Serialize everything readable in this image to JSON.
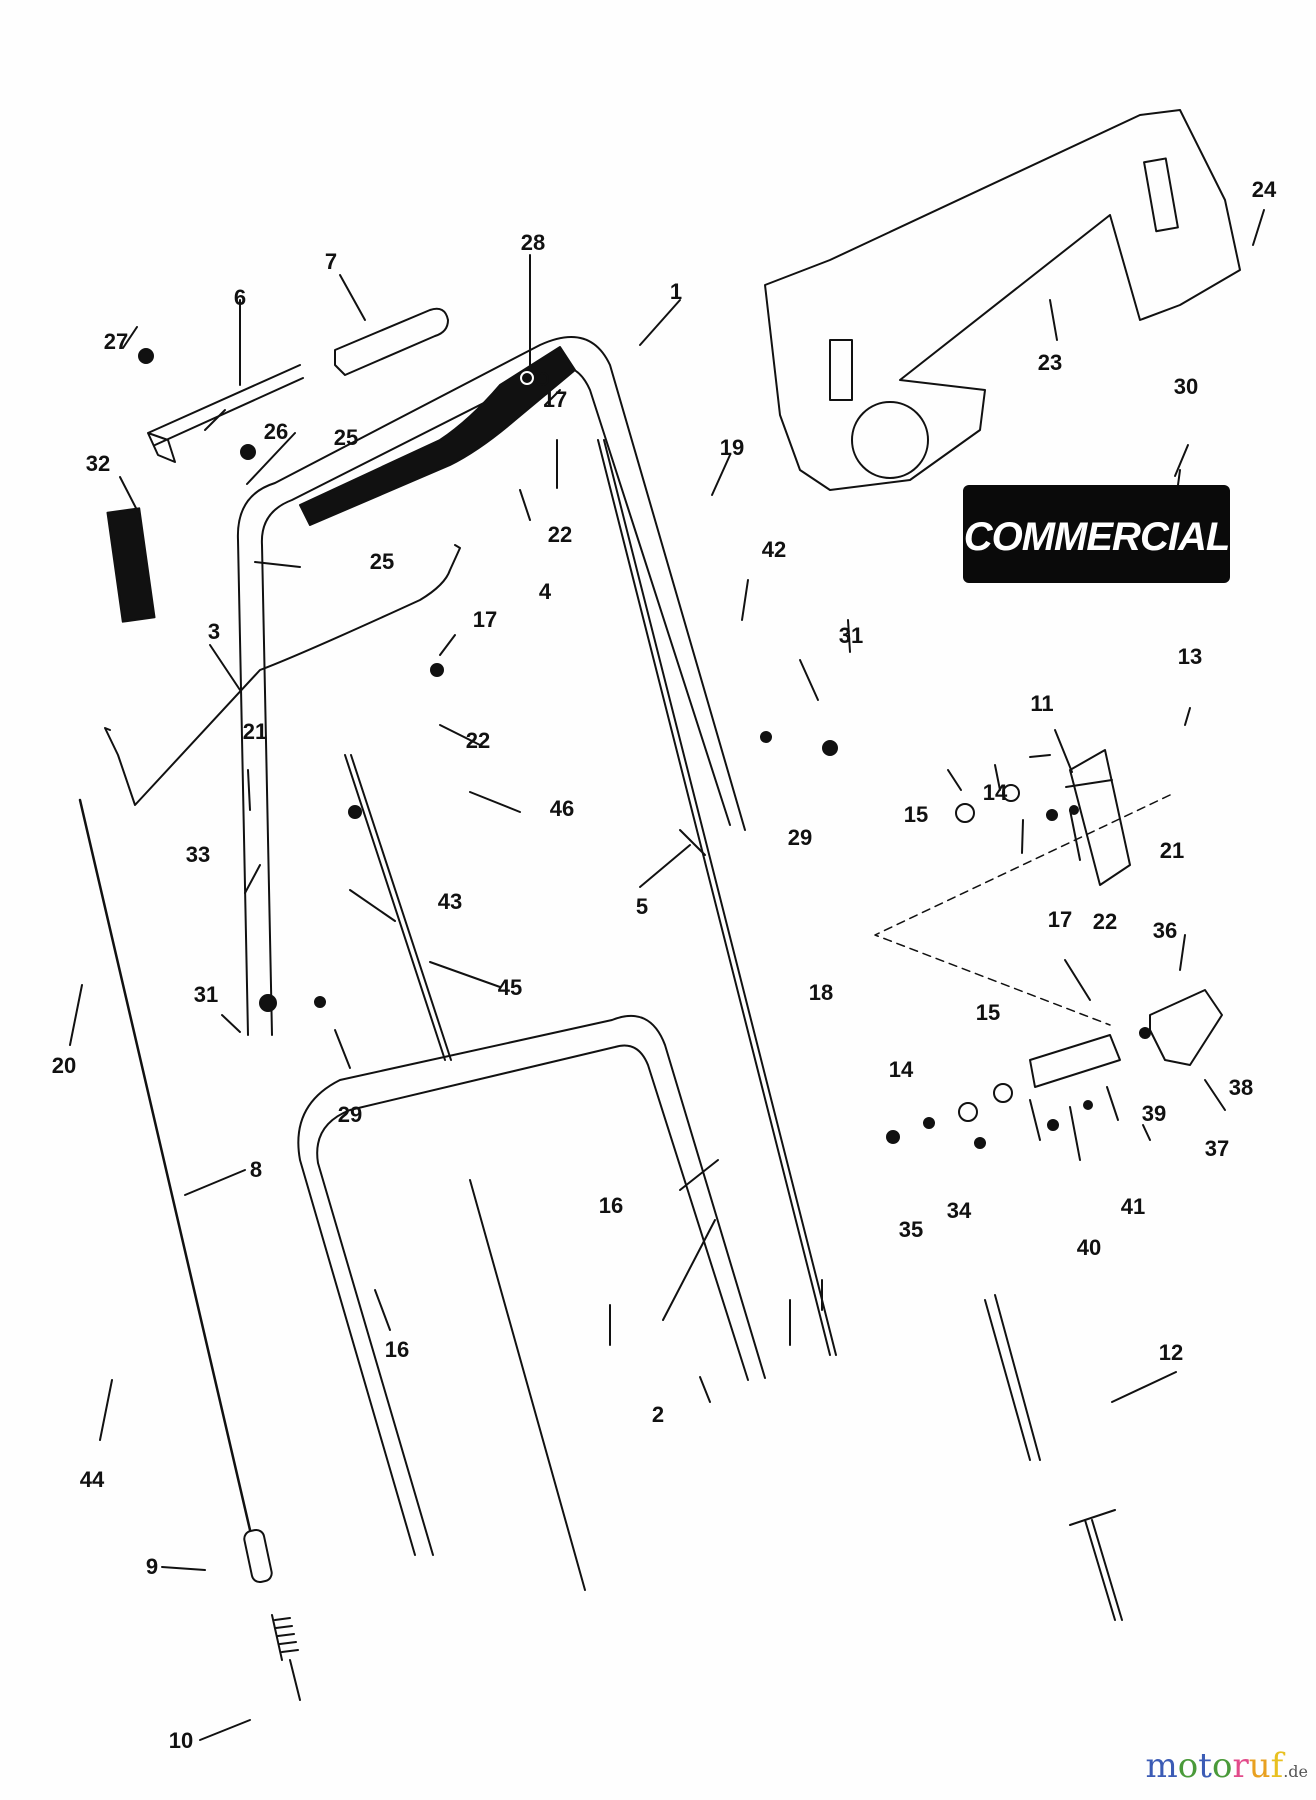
{
  "diagram": {
    "title": "Handle assembly exploded parts diagram",
    "decal": {
      "text": "COMMERCIAL"
    },
    "watermark": {
      "letters": [
        {
          "ch": "m",
          "color": "#3b5bb5"
        },
        {
          "ch": "o",
          "color": "#4a9a3a"
        },
        {
          "ch": "t",
          "color": "#3b5bb5"
        },
        {
          "ch": "o",
          "color": "#4a9a3a"
        },
        {
          "ch": "r",
          "color": "#e24a8a"
        },
        {
          "ch": "u",
          "color": "#e8a020"
        },
        {
          "ch": "f",
          "color": "#e8c020"
        }
      ],
      "suffix": ".de"
    },
    "callouts": [
      {
        "id": "c1",
        "text": "1"
      },
      {
        "id": "c2",
        "text": "2"
      },
      {
        "id": "c3",
        "text": "3"
      },
      {
        "id": "c4",
        "text": "4"
      },
      {
        "id": "c5",
        "text": "5"
      },
      {
        "id": "c6",
        "text": "6"
      },
      {
        "id": "c7",
        "text": "7"
      },
      {
        "id": "c8",
        "text": "8"
      },
      {
        "id": "c9",
        "text": "9"
      },
      {
        "id": "c10",
        "text": "10"
      },
      {
        "id": "c11",
        "text": "11"
      },
      {
        "id": "c12",
        "text": "12"
      },
      {
        "id": "c13",
        "text": "13"
      },
      {
        "id": "c14a",
        "text": "14"
      },
      {
        "id": "c14b",
        "text": "14"
      },
      {
        "id": "c15a",
        "text": "15"
      },
      {
        "id": "c15b",
        "text": "15"
      },
      {
        "id": "c16a",
        "text": "16"
      },
      {
        "id": "c16b",
        "text": "16"
      },
      {
        "id": "c17a",
        "text": "17"
      },
      {
        "id": "c17b",
        "text": "17"
      },
      {
        "id": "c17c",
        "text": "17"
      },
      {
        "id": "c18",
        "text": "18"
      },
      {
        "id": "c19",
        "text": "19"
      },
      {
        "id": "c20",
        "text": "20"
      },
      {
        "id": "c21a",
        "text": "21"
      },
      {
        "id": "c21b",
        "text": "21"
      },
      {
        "id": "c22a",
        "text": "22"
      },
      {
        "id": "c22b",
        "text": "22"
      },
      {
        "id": "c22c",
        "text": "22"
      },
      {
        "id": "c23",
        "text": "23"
      },
      {
        "id": "c24",
        "text": "24"
      },
      {
        "id": "c25a",
        "text": "25"
      },
      {
        "id": "c25b",
        "text": "25"
      },
      {
        "id": "c26",
        "text": "26"
      },
      {
        "id": "c27",
        "text": "27"
      },
      {
        "id": "c28",
        "text": "28"
      },
      {
        "id": "c29a",
        "text": "29"
      },
      {
        "id": "c29b",
        "text": "29"
      },
      {
        "id": "c30",
        "text": "30"
      },
      {
        "id": "c31a",
        "text": "31"
      },
      {
        "id": "c31b",
        "text": "31"
      },
      {
        "id": "c32",
        "text": "32"
      },
      {
        "id": "c33",
        "text": "33"
      },
      {
        "id": "c34",
        "text": "34"
      },
      {
        "id": "c35",
        "text": "35"
      },
      {
        "id": "c36",
        "text": "36"
      },
      {
        "id": "c37",
        "text": "37"
      },
      {
        "id": "c38",
        "text": "38"
      },
      {
        "id": "c39",
        "text": "39"
      },
      {
        "id": "c40",
        "text": "40"
      },
      {
        "id": "c41",
        "text": "41"
      },
      {
        "id": "c42",
        "text": "42"
      },
      {
        "id": "c43",
        "text": "43"
      },
      {
        "id": "c44",
        "text": "44"
      },
      {
        "id": "c45",
        "text": "45"
      },
      {
        "id": "c46",
        "text": "46"
      }
    ]
  }
}
